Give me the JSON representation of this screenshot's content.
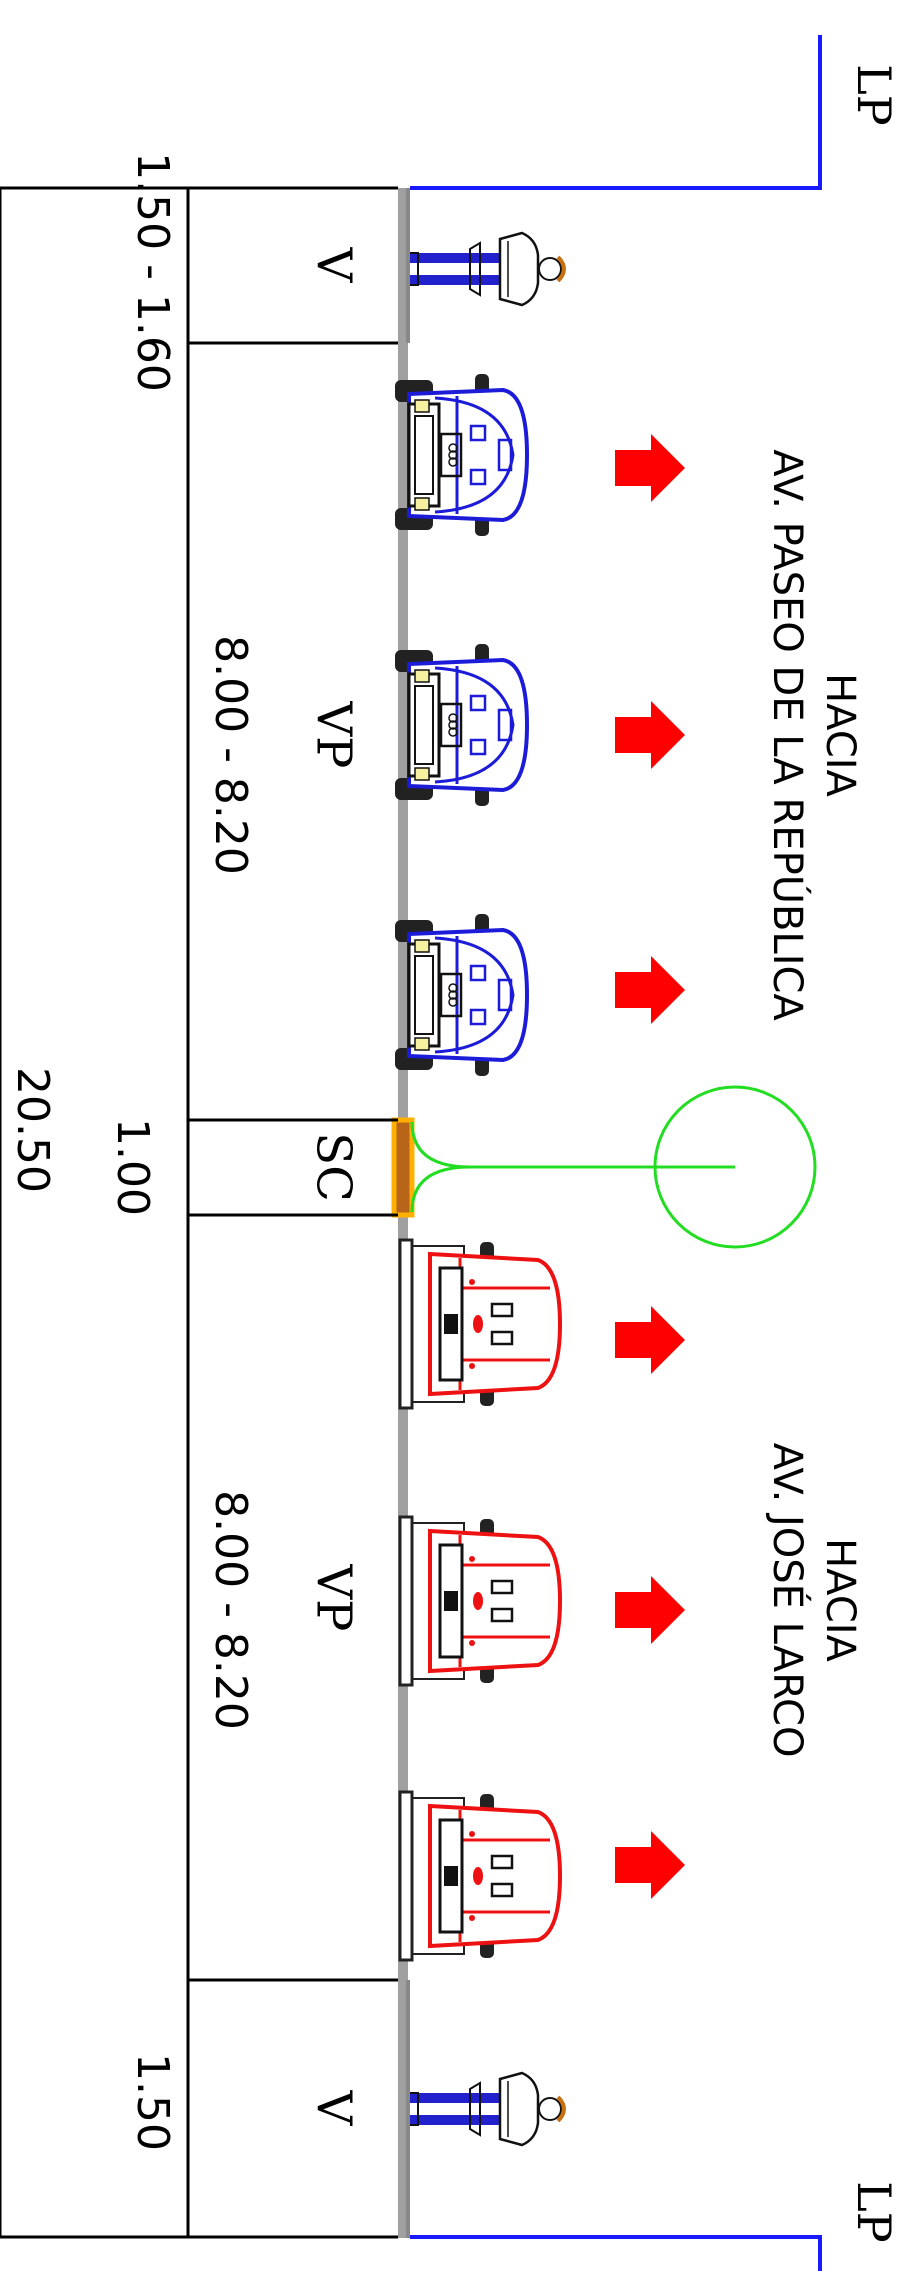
{
  "property_line": {
    "top": "LP",
    "bottom": "LP"
  },
  "sections": {
    "sidewalk_top": "V",
    "roadway_top": "VP",
    "median": "SC",
    "roadway_bottom": "VP",
    "sidewalk_bottom": "V"
  },
  "dimensions": {
    "sidewalk_top": "1.50 - 1.60",
    "roadway_top": "8.00 - 8.20",
    "median": "1.00",
    "roadway_bottom": "8.00 - 8.20",
    "sidewalk_bottom": "1.50",
    "total": "20.50"
  },
  "directions": {
    "top": {
      "line1": "HACIA",
      "line2": "AV. PASEO DE LA REPÚBLICA"
    },
    "bottom": {
      "line1": "HACIA",
      "line2": "AV. JOSÉ LARCO"
    }
  },
  "colors": {
    "property_line": "#1a1aff",
    "car_top": "#1c1cd8",
    "car_bottom": "#ee1111",
    "arrow": "#ff0000",
    "tree": "#22dd22",
    "median_fill": "#b8651a",
    "median_edge": "#ffb000",
    "pedestrian_legs": "#2222cc",
    "pedestrian_hair": "#c87010"
  },
  "icons": [
    "pedestrian-icon",
    "car-icon",
    "arrow-icon",
    "tree-icon"
  ]
}
